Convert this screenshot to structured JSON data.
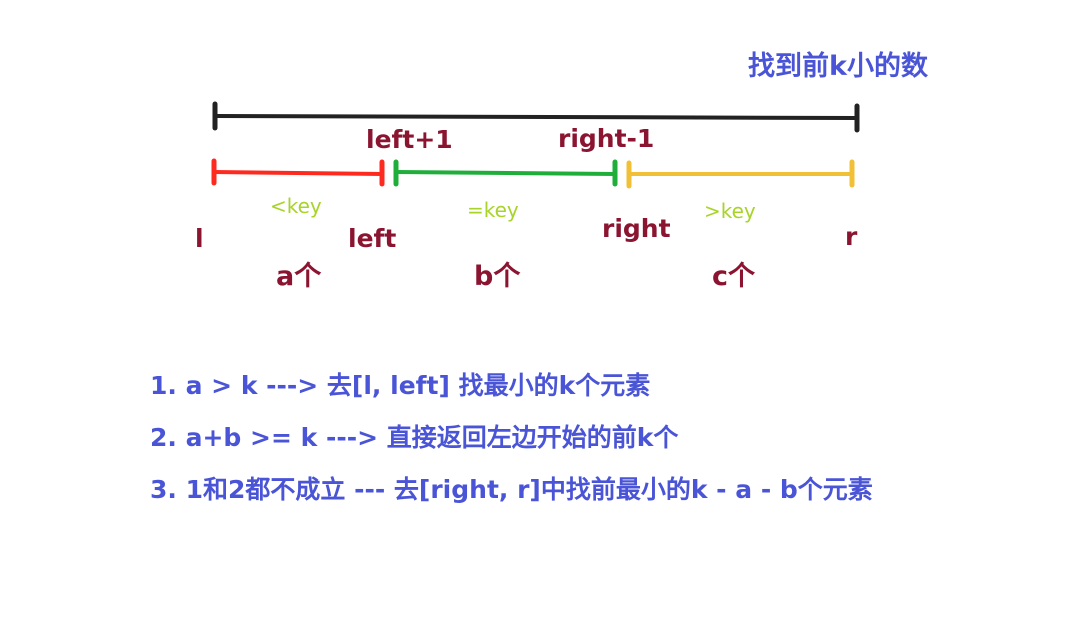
{
  "title": "找到前k小的数",
  "markers": {
    "left_plus_1": "left+1",
    "right_minus_1": "right-1"
  },
  "segments": {
    "less": "<key",
    "equal": "=key",
    "greater": ">key"
  },
  "bounds": {
    "l": "l",
    "left": "left",
    "right": "right",
    "r": "r"
  },
  "counts": {
    "a": "a个",
    "b": "b个",
    "c": "c个"
  },
  "rules": [
    "1. a > k ---> 去[l, left] 找最小的k个元素",
    "2. a+b >= k ---> 直接返回左边开始的前k个",
    "3. 1和2都不成立 --- 去[right, r]中找前最小的k - a - b个元素"
  ],
  "colors": {
    "whole": "#222222",
    "less": "#ff2a1f",
    "equal": "#1fae3a",
    "greater": "#f2c037",
    "label": "#8b1530",
    "key": "#a8d42a",
    "rules": "#4a54d6"
  }
}
